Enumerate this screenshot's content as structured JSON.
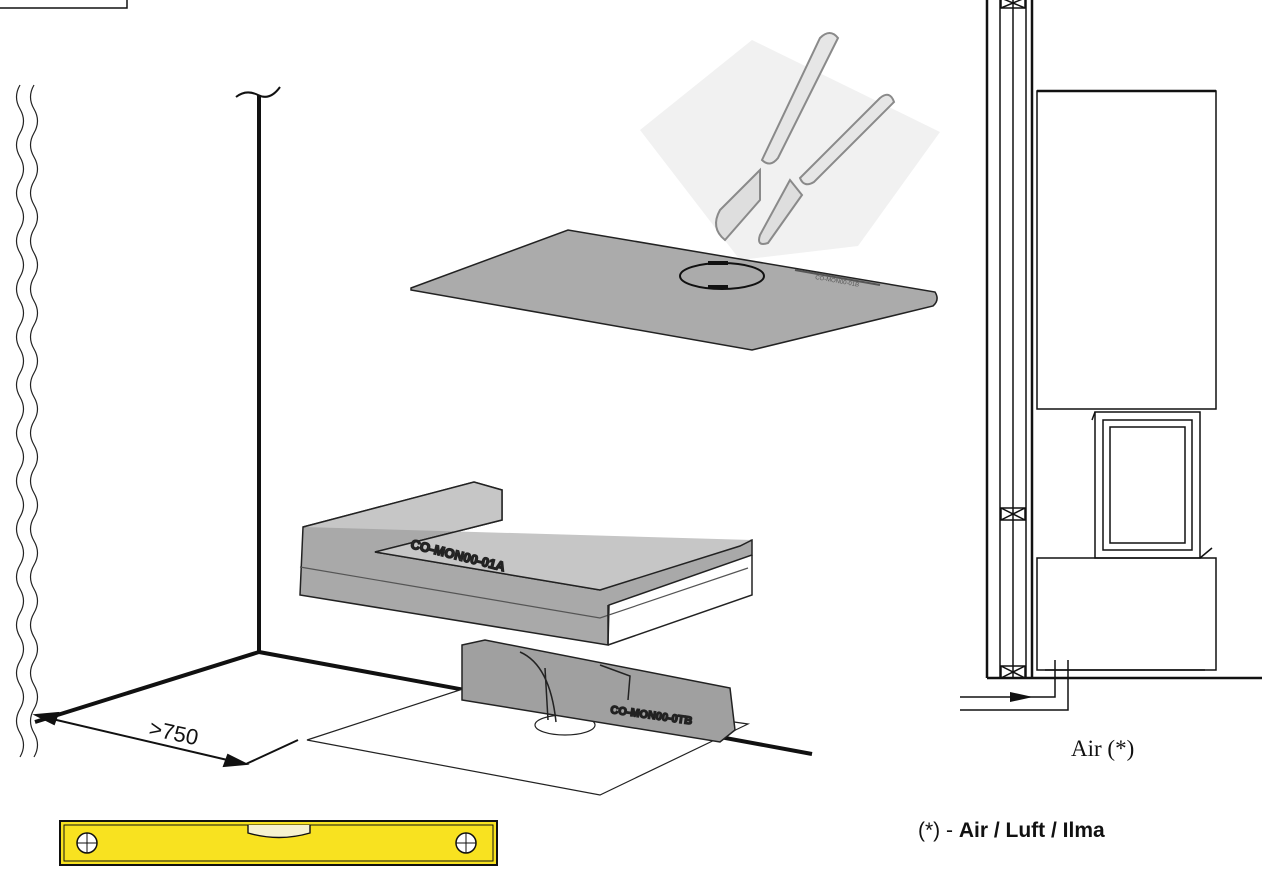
{
  "dimension": {
    "min_distance_label": ">750"
  },
  "parts": {
    "front_part_label": "CO-MON00-0TB",
    "frame_label": "CO-MON00-01A",
    "plate_label": "CO-MON00-01B"
  },
  "air": {
    "diagram_label": "Air (*)"
  },
  "legend": {
    "marker": "(*)",
    "separator": " - ",
    "text": "Air / Luft / Ilma"
  },
  "colors": {
    "part_gray": "#a9a9a9",
    "part_dark": "#8c8c8c",
    "level_yellow": "#f8e220",
    "line": "#111111"
  }
}
